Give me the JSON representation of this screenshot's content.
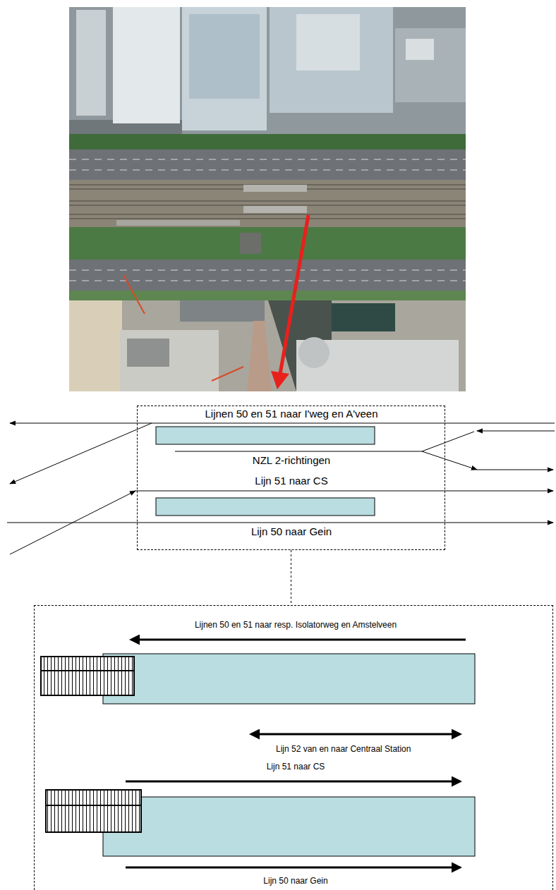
{
  "diagram": {
    "nodes": [
      {
        "text": [
          "Lijnen 50 en 51 naar I'weg en A'veen",
          "NZL 2-richtingen",
          "Lijn 51 naar CS",
          "Lijn 50 naar Gein"
        ]
      },
      {
        "text": [
          "Lijnen 50 en 51 naar resp. Isolatorweg en Amstelveen",
          "Lijn 52 van en naar Centraal Station",
          "Lijn 51 naar CS",
          "Lijn 50 naar Gein"
        ]
      }
    ],
    "edges": [
      {
        "from": 0,
        "to": 1,
        "arrow": "none"
      }
    ]
  }
}
